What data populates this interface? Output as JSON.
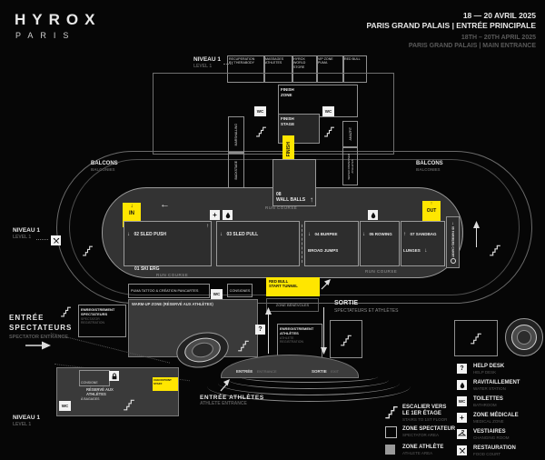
{
  "header": {
    "logo_line1": "HYROX",
    "logo_line2": "PARIS",
    "date_fr": "18 — 20 AVRIL 2025",
    "venue_fr": "PARIS GRAND PALAIS | ENTRÉE PRINCIPALE",
    "date_en": "18TH – 20TH APRIL 2025",
    "venue_en": "PARIS GRAND PALAIS | MAIN ENTRANCE"
  },
  "colors": {
    "accent_yellow": "#ffe600",
    "zone_fill": "#3a3a3a",
    "background": "#060606"
  },
  "glyphs": {
    "up": "↑",
    "down": "↓",
    "left": "←",
    "right": "→",
    "ne": "↗",
    "plus": "+",
    "question": "?"
  },
  "levels": {
    "fr": "NIVEAU 1",
    "en": "LEVEL 1"
  },
  "balcony": {
    "fr": "BALCONS",
    "en": "BALCONIES"
  },
  "labels": {
    "wc": "WC"
  },
  "top_rooms": [
    {
      "name": "RECUPERATION\nBY THERABODY"
    },
    {
      "name": "MASSAGES\nATHLETES"
    },
    {
      "name": "HYROX\nWORLD\nSTORE"
    },
    {
      "name": "VIP ZONE\nPUMA"
    },
    {
      "name": "RED BULL"
    }
  ],
  "finish": {
    "zone": "FINISH\nZONE",
    "stage": "FINISH\nSTAGE",
    "banner": "FINISH"
  },
  "side_rooms": {
    "left_top": "MARSHALLING",
    "left_bottom": "BACKSTAGE",
    "right_top": "AMAZFIT",
    "right_bottom": "WATER DISPENSER\nATHLETES"
  },
  "stations": {
    "s01": "01 SKI ERG",
    "s02": "02 SLED PUSH",
    "s03": "03 SLED PULL",
    "s04": "04 BURPEE\nBROAD JUMPS",
    "s05": "05 ROWING",
    "s06": "06 FARMERS CARRY",
    "s07": "07 SANDBAG\nLUNGES",
    "s08": "08\nWALL BALLS"
  },
  "course": {
    "run": "RUN COURSE",
    "in": "IN",
    "out": "OUT"
  },
  "mid": {
    "red_bull": "RED BULL\nSTART TUNNEL",
    "volunteers": "ZONE BÉNÉVOLES",
    "puma": "PUMA TATTOO & CRÉATION PANCARTES",
    "consignes": "CONSIGNES",
    "warmup": "WARM-UP ZONE (RÉSERVÉ AUX ATHLÈTES)"
  },
  "bottom": {
    "reg_spectators_fr": "ENREGISTREMENT\nSPECTATEURS",
    "reg_spectators_en": "SPECTATOR\nREGISTRATION",
    "reg_athletes_fr": "ENREGISTREMENT\nATHLÈTES",
    "reg_athletes_en": "ATHLETE\nREGISTRATION",
    "entree_spectateurs_fr": "ENTRÉE\nSPECTATEURS",
    "entree_spectateurs_en": "SPECTATOR ENTRANCE",
    "entree_athletes_fr": "ENTRÉE ATHLÈTES",
    "entree_athletes_en": "ATHLETE ENTRANCE",
    "sortie_heading_fr": "SORTIE",
    "sortie_heading_sub": "SPECTATEURS ET ATHLÈTES",
    "entree_small_fr": "ENTRÉE",
    "entree_small_en": "ENTRANCE",
    "sortie_small_fr": "SORTIE",
    "sortie_small_en": "EXIT",
    "consigne_bagages": "CONSIGNE\nÀ BAGAGES",
    "reserve_athletes": "RÉSERVÉ AUX\nATHLÈTES",
    "checkpoint": "CHECKPOINT\nSTAFF"
  },
  "legend": {
    "left": [
      {
        "fr": "ESCALIER VERS\nLE 1ER ÉTAGE",
        "en": "STAIRS TO 1ST FLOOR"
      },
      {
        "fr": "ZONE SPECTATEUR",
        "en": "SPECTATOR AREA"
      },
      {
        "fr": "ZONE ATHLÈTE",
        "en": "ATHLETE AREA"
      }
    ],
    "right": [
      {
        "fr": "HELP DESK",
        "en": "HELP DESK"
      },
      {
        "fr": "RAVITAILLEMENT",
        "en": "WATER STATION"
      },
      {
        "fr": "TOILETTES",
        "en": "BATHROOM"
      },
      {
        "fr": "ZONE MÉDICALE",
        "en": "MEDICAL ZONE"
      },
      {
        "fr": "VESTIAIRES",
        "en": "CHANGING ROOM"
      },
      {
        "fr": "RESTAURATION",
        "en": "FOOD COURT"
      }
    ]
  }
}
